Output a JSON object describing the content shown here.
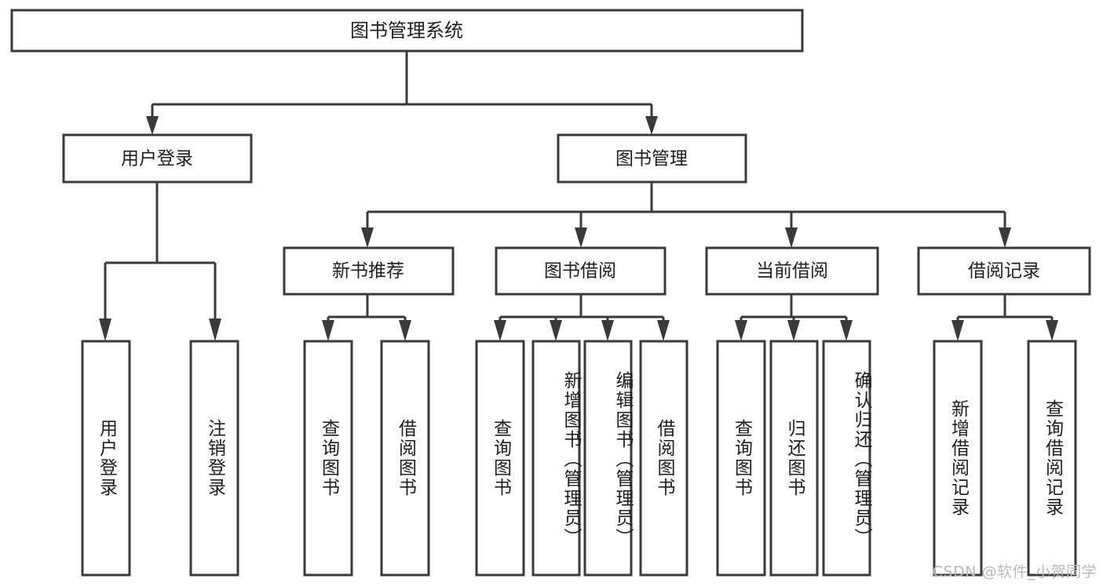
{
  "diagram": {
    "kind": "tree-hierarchy-chart",
    "title": "图书管理系统",
    "watermark": "CSDN @软件_小贺同学",
    "colors": {
      "stroke": "#3a3a3a",
      "fill": "#ffffff",
      "text": "#1d1d1d",
      "watermark": "#b9b9b9",
      "background": "#ffffff"
    },
    "root": {
      "label": "图书管理系统"
    },
    "level1": [
      {
        "label": "用户登录"
      },
      {
        "label": "图书管理"
      }
    ],
    "level2": [
      {
        "label": "新书推荐",
        "parent": "图书管理"
      },
      {
        "label": "图书借阅",
        "parent": "图书管理"
      },
      {
        "label": "当前借阅",
        "parent": "图书管理"
      },
      {
        "label": "借阅记录",
        "parent": "图书管理"
      }
    ],
    "leaves": {
      "用户登录": [
        {
          "label": "用户登录"
        },
        {
          "label": "注销登录"
        }
      ],
      "新书推荐": [
        {
          "label": "查询图书"
        },
        {
          "label": "借阅图书"
        }
      ],
      "图书借阅": [
        {
          "label": "查询图书"
        },
        {
          "label": "新增图书（管理员）"
        },
        {
          "label": "编辑图书（管理员）"
        },
        {
          "label": "借阅图书"
        }
      ],
      "当前借阅": [
        {
          "label": "查询图书"
        },
        {
          "label": "归还图书"
        },
        {
          "label": "确认归还（管理员）"
        }
      ],
      "借阅记录": [
        {
          "label": "新增借阅记录"
        },
        {
          "label": "查询借阅记录"
        }
      ]
    }
  }
}
